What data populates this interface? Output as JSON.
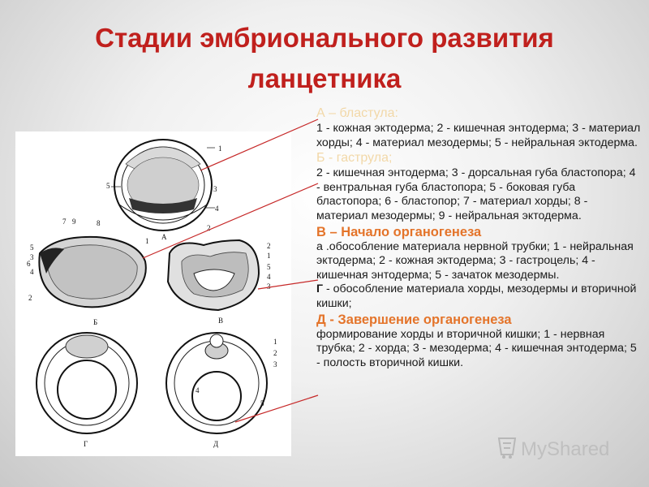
{
  "title": {
    "line1": "Стадии эмбрионального развития",
    "line2": "ланцетника"
  },
  "sections": {
    "a": {
      "heading": "А – бластула:",
      "body": "1 - кожная эктодерма; 2 - кишечная энтодерма; 3 - материал хорды; 4 - материал мезодермы; 5 - нейральная эктодерма."
    },
    "b": {
      "heading": "Б - гаструла;",
      "body": "2 - кишечная энтодерма; 3 - дорсальная губа бластопора; 4 - вентральная губа бластопора; 5 - боковая губа бластопора; 6 - бластопор; 7 - материал хорды; 8 - материал мезодермы; 9 - нейральная эктодерма."
    },
    "c": {
      "heading": "В – Начало органогенеза",
      "body": "а .обособление материала нервной трубки; 1 - нейральная эктодерма; 2 - кожная эктодерма; 3 - гастроцель; 4 - кишечная энтодерма; 5 - зачаток мезодермы.",
      "g_label": "Г",
      "g_body": " - обособление материала хорды, мезодермы и вторичной кишки;"
    },
    "d": {
      "letter": "Д",
      "heading": " - Завершение органогенеза",
      "body": "формирование хорды и вторичной кишки; 1 - нервная трубка; 2 - хорда; 3 - мезодерма; 4 - кишечная энтодерма; 5 - полость вторичной кишки."
    }
  },
  "figure": {
    "captions": {
      "a": "А",
      "b": "Б",
      "v": "В",
      "g": "Г",
      "d": "Д"
    },
    "labels": {
      "a1": "1",
      "a2": "2",
      "a3": "3",
      "a4": "4",
      "a5": "5",
      "b1": "1",
      "b2": "2",
      "b3": "3",
      "b4": "4",
      "b5": "5",
      "b6": "6",
      "b7": "7",
      "b8": "8",
      "b9": "9",
      "v1": "1",
      "v2": "2",
      "v3": "3",
      "v4": "4",
      "v5": "5",
      "d1": "1",
      "d2": "2",
      "d3": "3",
      "d4": "4",
      "d5": "5"
    }
  },
  "watermark": {
    "text": "MyShared"
  },
  "colors": {
    "title": "#c0201d",
    "heading_light": "#f2d8a8",
    "heading_orange": "#e4742a",
    "pointer_line": "#c62828"
  }
}
